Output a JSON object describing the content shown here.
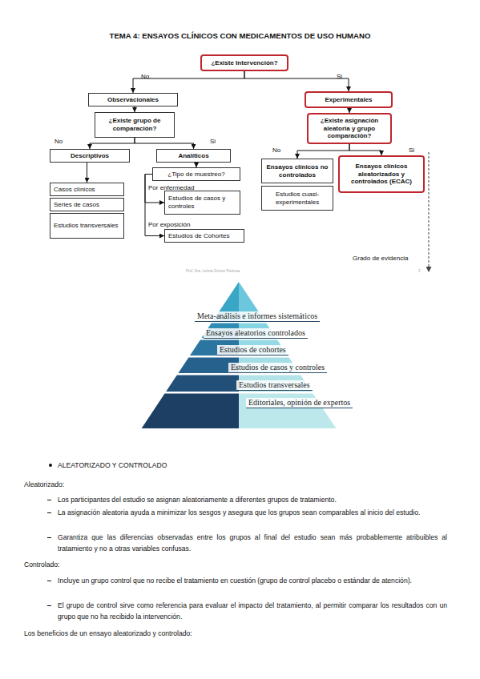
{
  "diagram": {
    "title": "TEMA 4: ENSAYOS CLÍNICOS CON MEDICAMENTOS DE USO HUMANO",
    "nodes": [
      {
        "text": [
          "¿Existe Intervención?"
        ]
      },
      {
        "text": [
          "Observacionales"
        ]
      },
      {
        "text": [
          "¿Existe grupo de comparación?"
        ]
      },
      {
        "text": [
          "Experimentales"
        ]
      },
      {
        "text": [
          "¿Existe asignación aleatoria y grupo comparación?"
        ]
      },
      {
        "text": [
          "Descriptivos"
        ]
      },
      {
        "text": [
          "Analíticos"
        ]
      },
      {
        "text": [
          "¿Tipo de muestreo?"
        ]
      },
      {
        "text": [
          "Casos clínicos"
        ]
      },
      {
        "text": [
          "Series de casos"
        ]
      },
      {
        "text": [
          "Estudios transversales"
        ]
      },
      {
        "text": [
          "Estudios de casos y controles"
        ]
      },
      {
        "text": [
          "Estudios de Cohortes"
        ]
      },
      {
        "text": [
          "Ensayos clínicos no controlados"
        ]
      },
      {
        "text": [
          "Estudios cuasi-experimentales"
        ]
      },
      {
        "text": [
          "Ensayos clínicos aleatorizados y controlados (ECAC)"
        ]
      },
      {
        "text": [
          "Meta-análisis e informes sistemáticos"
        ]
      },
      {
        "text": [
          "Ensayos aleatorios controlados"
        ]
      },
      {
        "text": [
          "Estudios de cohortes"
        ]
      },
      {
        "text": [
          "Estudios de casos y controles"
        ]
      },
      {
        "text": [
          "Estudios transversales"
        ]
      },
      {
        "text": [
          "Editoriales, opinión de expertos"
        ]
      }
    ],
    "edges": [
      {
        "from": 0,
        "to": 1,
        "arrow": "to"
      },
      {
        "from": 0,
        "to": 3,
        "arrow": "to"
      },
      {
        "from": 1,
        "to": 2,
        "arrow": "to"
      },
      {
        "from": 2,
        "to": 5,
        "arrow": "to"
      },
      {
        "from": 2,
        "to": 6,
        "arrow": "to"
      },
      {
        "from": 5,
        "to": 8,
        "arrow": "to"
      },
      {
        "from": 6,
        "to": 7,
        "arrow": "to"
      },
      {
        "from": 7,
        "to": 11,
        "arrow": "to"
      },
      {
        "from": 7,
        "to": 12,
        "arrow": "to"
      },
      {
        "from": 3,
        "to": 4,
        "arrow": "to"
      },
      {
        "from": 4,
        "to": 13,
        "arrow": "to"
      },
      {
        "from": 4,
        "to": 15,
        "arrow": "to"
      }
    ],
    "labels": [
      "No",
      "Si",
      "No",
      "Si",
      "Por enfermedad",
      "Por exposición",
      "No",
      "Si",
      "Grado de evidencia",
      "Prof. Dra. Leticia Gómez Pedrosa",
      "3",
      "ALEATORIZADO Y CONTROLADO",
      "Aleatorizado:",
      "Los participantes del estudio se asignan aleatoriamente a diferentes grupos de tratamiento.",
      "La asignación aleatoria ayuda a minimizar los sesgos y asegura que los grupos sean comparables al inicio del estudio.",
      "Garantiza que las diferencias observadas entre los grupos al final del estudio sean más probablemente atribuibles al tratamiento y no a otras variables confusas.",
      "Controlado:",
      "Incluye un grupo control que no recibe el tratamiento en cuestión (grupo de control placebo o estándar de atención).",
      "El grupo de control sirve como referencia para evaluar el impacto del tratamiento, al permitir comparar los resultados con un grupo que no ha recibido la intervención.",
      "Los beneficios de un ensayo aleatorizado y controlado:"
    ]
  }
}
